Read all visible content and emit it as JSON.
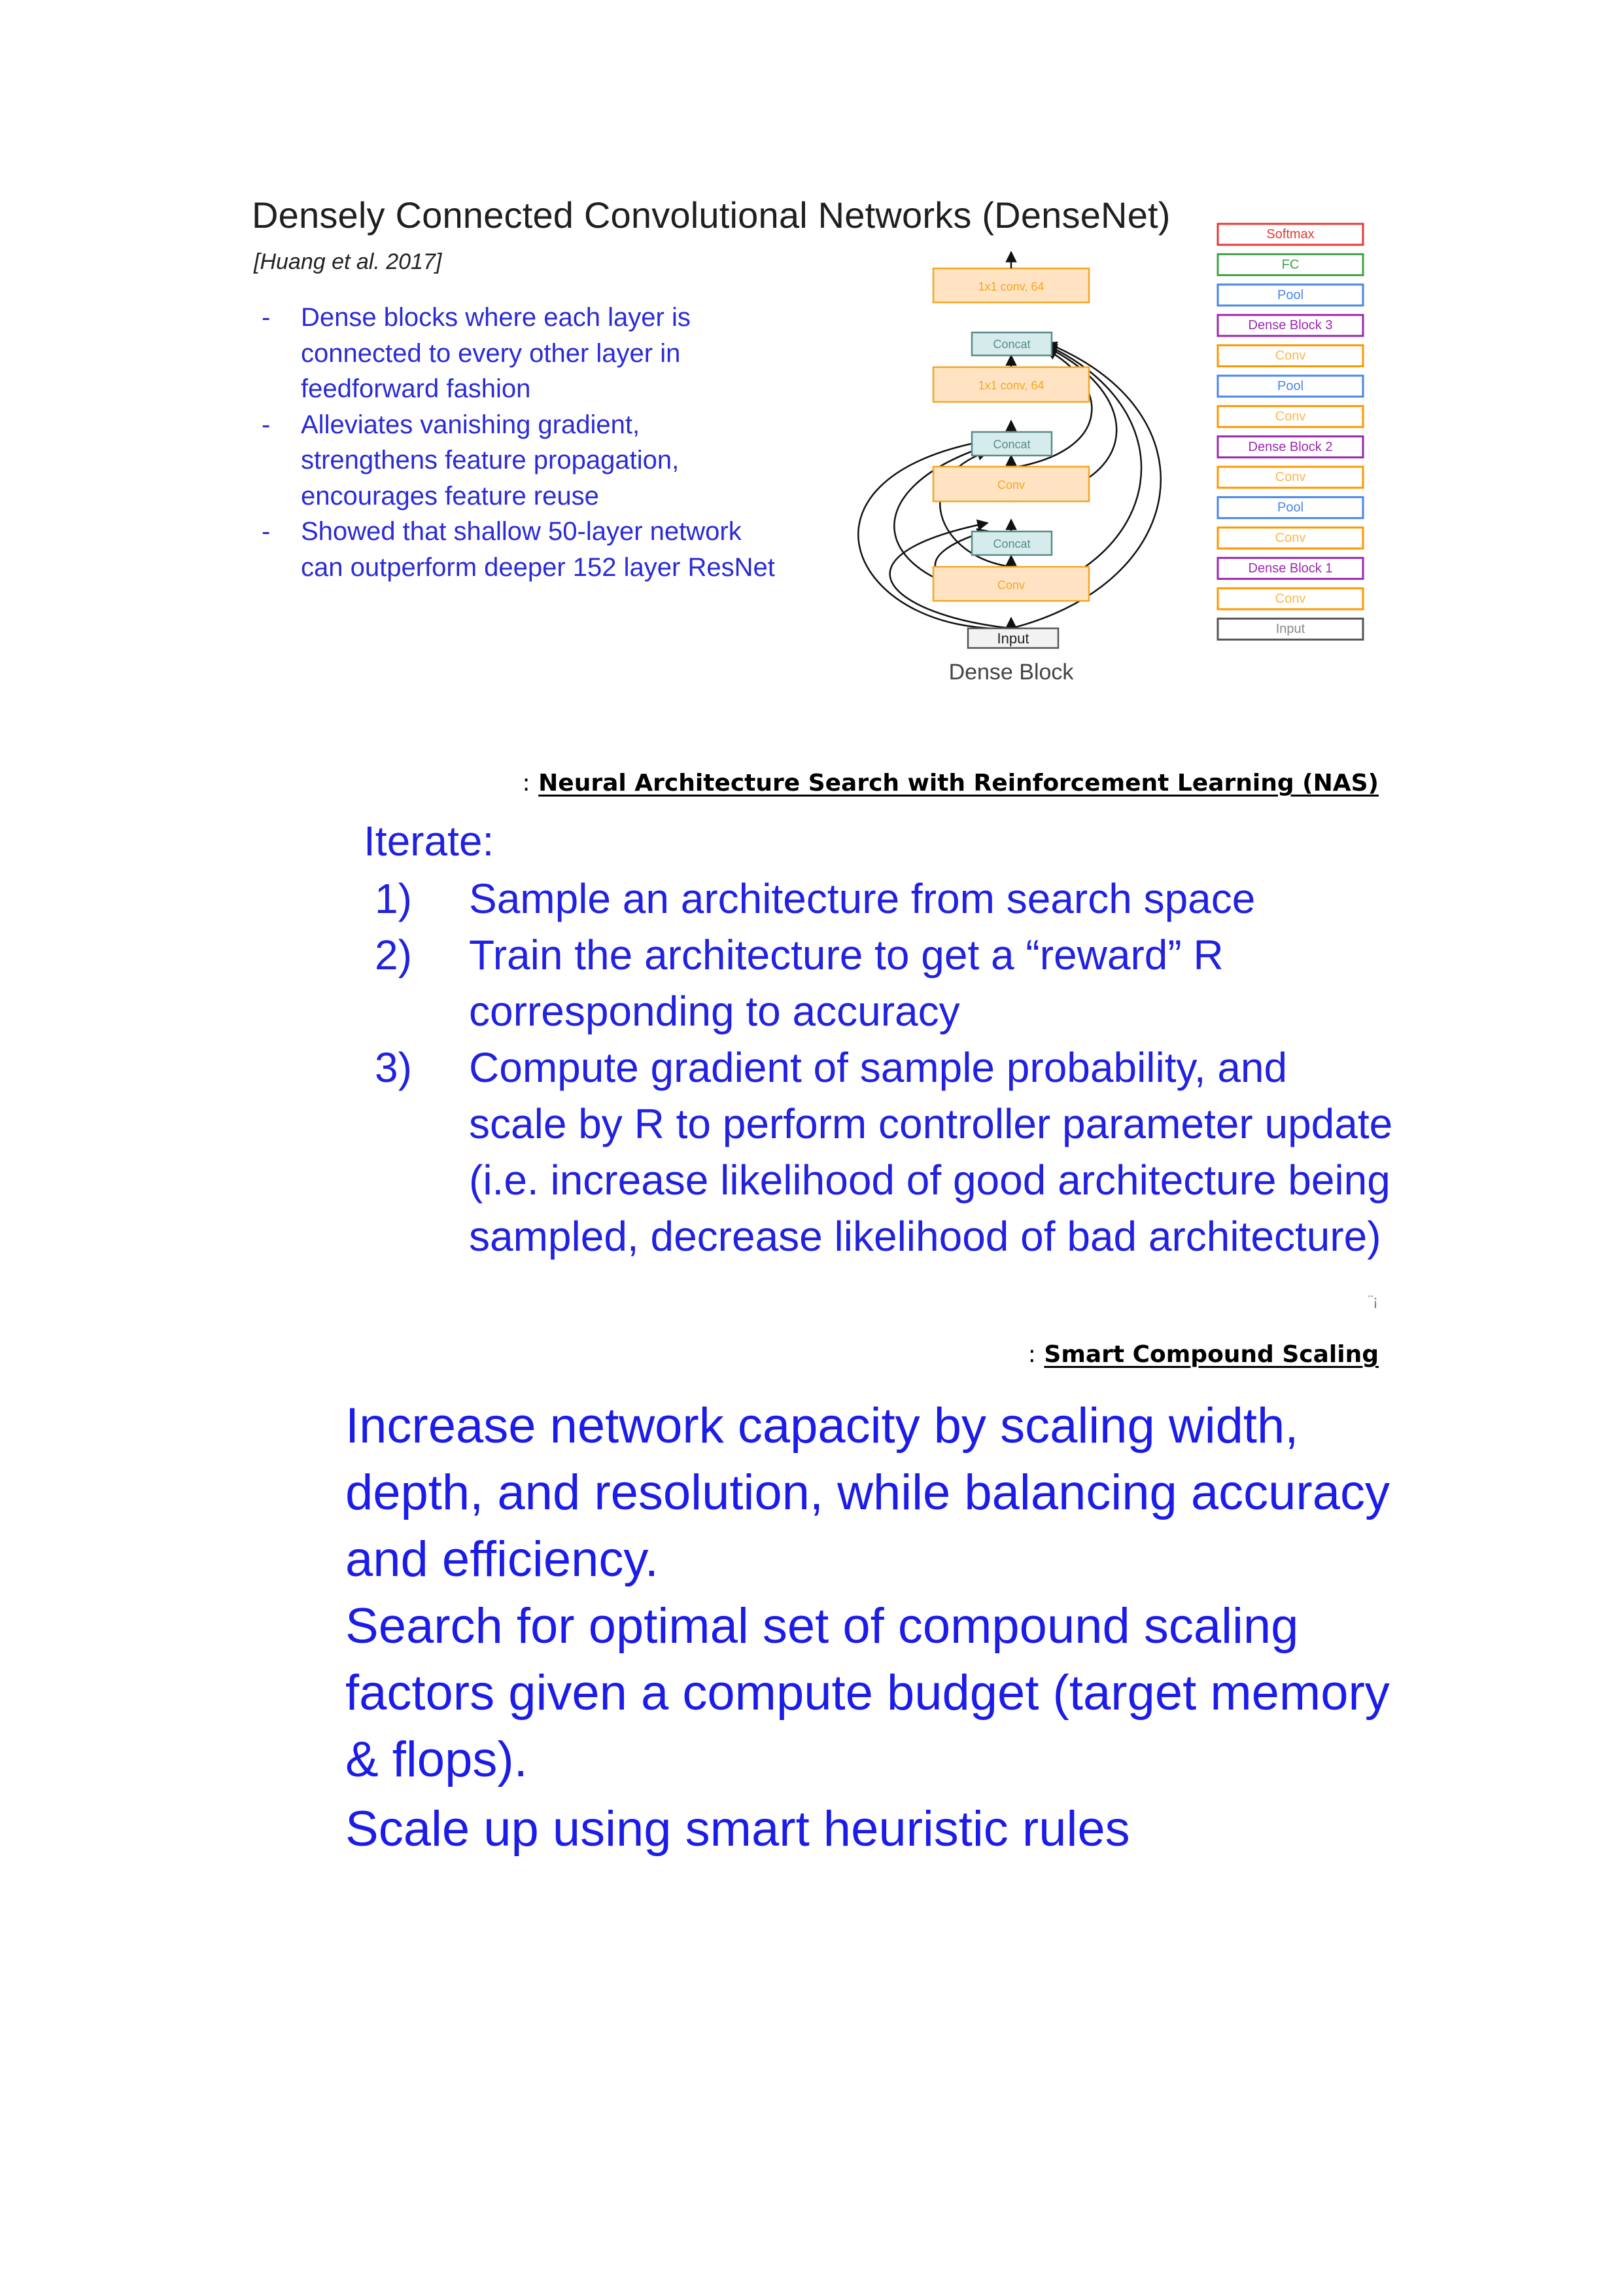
{
  "densenet": {
    "title": "Densely Connected Convolutional Networks (DenseNet)",
    "citation": "[Huang et al. 2017]",
    "bullets": [
      "Dense blocks where each layer is connected to every other layer in feedforward fashion",
      "Alleviates vanishing gradient, strengthens feature propagation, encourages feature reuse",
      "Showed that shallow 50-layer network can outperform deeper 152 layer ResNet"
    ],
    "dense_block": {
      "caption": "Dense Block",
      "input": "Input",
      "conv1": "Conv",
      "concat1": "Concat",
      "conv2": "Conv",
      "concat2": "Concat",
      "conv1x1_a": "1x1 conv, 64",
      "concat3": "Concat",
      "conv1x1_b": "1x1 conv, 64"
    },
    "stack": [
      {
        "label": "Softmax",
        "color": "#e53935",
        "text": "#e53935"
      },
      {
        "label": "FC",
        "color": "#43a047",
        "text": "#43a047"
      },
      {
        "label": "Pool",
        "color": "#4a86e8",
        "text": "#4a86e8"
      },
      {
        "label": "Dense Block 3",
        "color": "#9c27b0",
        "text": "#9c27b0"
      },
      {
        "label": "Conv",
        "color": "#ff9800",
        "text": "#ffb74d"
      },
      {
        "label": "Pool",
        "color": "#4a86e8",
        "text": "#4a86e8"
      },
      {
        "label": "Conv",
        "color": "#ff9800",
        "text": "#ffb74d"
      },
      {
        "label": "Dense Block 2",
        "color": "#9c27b0",
        "text": "#9c27b0"
      },
      {
        "label": "Conv",
        "color": "#ff9800",
        "text": "#ffb74d"
      },
      {
        "label": "Pool",
        "color": "#4a86e8",
        "text": "#4a86e8"
      },
      {
        "label": "Conv",
        "color": "#ff9800",
        "text": "#ffb74d"
      },
      {
        "label": "Dense Block 1",
        "color": "#9c27b0",
        "text": "#9c27b0"
      },
      {
        "label": "Conv",
        "color": "#ff9800",
        "text": "#ffb74d"
      },
      {
        "label": "Input",
        "color": "#555555",
        "text": "#888888"
      }
    ],
    "colors": {
      "bullet_text": "#2b2bd6",
      "conv_fill": "#ffe3c2",
      "conv_stroke": "#f5a623",
      "concat_fill": "#d6ecec",
      "concat_stroke": "#5a8a8a"
    }
  },
  "nas": {
    "heading": "Neural Architecture Search with Reinforcement Learning (NAS)",
    "heading_colon": ":",
    "iterate_label": "Iterate:",
    "steps": [
      {
        "num": "1)",
        "text": "Sample an architecture from search space"
      },
      {
        "num": "2)",
        "text": "Train the architecture to get a “reward” R corresponding to accuracy"
      },
      {
        "num": "3)",
        "text": "Compute gradient of sample probability, and scale by R to perform controller parameter update (i.e. increase likelihood of good architecture being sampled, decrease likelihood of bad architecture)"
      }
    ],
    "text_color": "#2121e0"
  },
  "scaling": {
    "heading": "Smart Compound Scaling",
    "heading_colon": ":",
    "paragraphs": [
      "Increase network capacity by scaling width, depth, and resolution, while balancing accuracy and efficiency.",
      "Search for optimal set of compound scaling factors given a compute budget (target memory & flops).",
      "Scale up using smart heuristic rules"
    ],
    "text_color": "#1c1ce8"
  }
}
